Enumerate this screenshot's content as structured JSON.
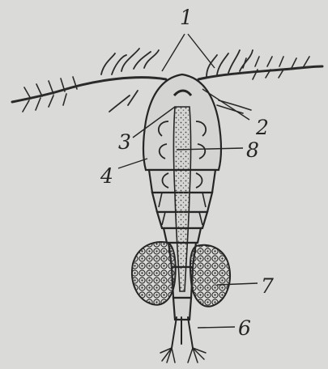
{
  "figure": {
    "labels": {
      "l1": "1",
      "l2": "2",
      "l3": "3",
      "l4": "4",
      "l6": "6",
      "l7": "7",
      "l8": "8"
    },
    "colors": {
      "background": "#dadad8",
      "ink": "#252525"
    }
  }
}
